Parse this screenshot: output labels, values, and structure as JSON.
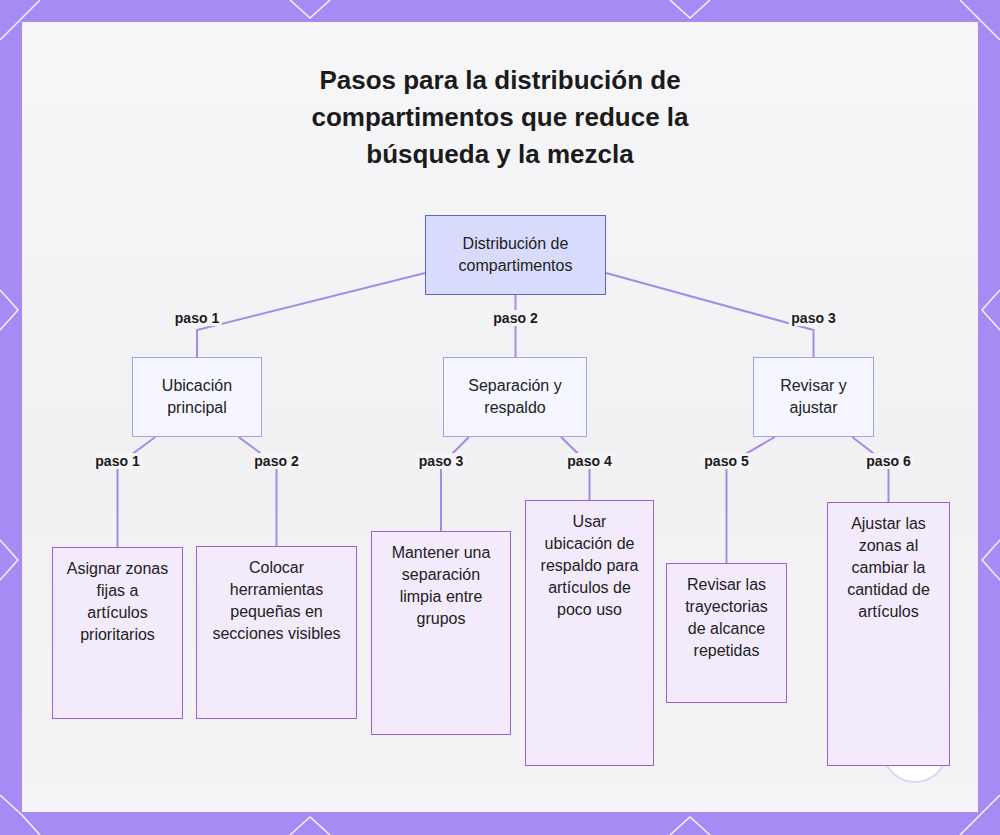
{
  "diagram": {
    "title": "Pasos para la distribución de compartimentos que reduce la búsqueda y la mezcla",
    "nodes": [
      {
        "text": [
          "Distribución de compartimentos"
        ]
      },
      {
        "text": [
          "Ubicación principal"
        ]
      },
      {
        "text": [
          "Separación y respaldo"
        ]
      },
      {
        "text": [
          "Revisar y ajustar"
        ]
      },
      {
        "text": [
          "Asignar zonas fijas a artículos prioritarios"
        ]
      },
      {
        "text": [
          "Colocar herramientas pequeñas en secciones visibles"
        ]
      },
      {
        "text": [
          "Mantener una separación limpia entre grupos"
        ]
      },
      {
        "text": [
          "Usar ubicación de respaldo para artículos de poco uso"
        ]
      },
      {
        "text": [
          "Revisar las trayectorias de alcance repetidas"
        ]
      },
      {
        "text": [
          "Ajustar las zonas al cambiar la cantidad de artículos"
        ]
      }
    ],
    "edges": [
      {
        "from": 0,
        "to": 1,
        "arrow": "none",
        "label": "paso 1"
      },
      {
        "from": 0,
        "to": 2,
        "arrow": "none",
        "label": "paso 2"
      },
      {
        "from": 0,
        "to": 3,
        "arrow": "none",
        "label": "paso 3"
      },
      {
        "from": 1,
        "to": 4,
        "arrow": "none",
        "label": "paso 1"
      },
      {
        "from": 1,
        "to": 5,
        "arrow": "none",
        "label": "paso 2"
      },
      {
        "from": 2,
        "to": 6,
        "arrow": "none",
        "label": "paso 3"
      },
      {
        "from": 2,
        "to": 7,
        "arrow": "none",
        "label": "paso 4"
      },
      {
        "from": 3,
        "to": 8,
        "arrow": "none",
        "label": "paso 5"
      },
      {
        "from": 3,
        "to": 9,
        "arrow": "none",
        "label": "paso 6"
      }
    ]
  }
}
